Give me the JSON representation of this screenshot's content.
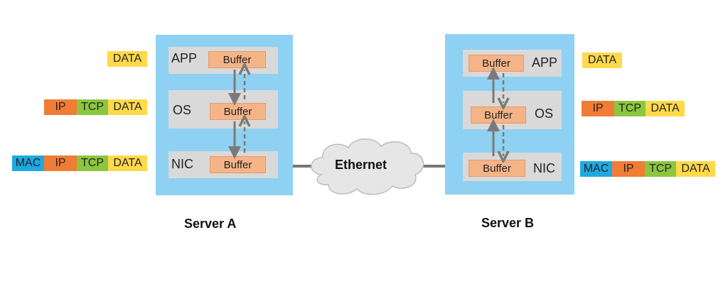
{
  "serverA": {
    "name": "Server A",
    "layers": [
      {
        "label": "APP",
        "buffer": "Buffer"
      },
      {
        "label": "OS",
        "buffer": "Buffer"
      },
      {
        "label": "NIC",
        "buffer": "Buffer"
      }
    ]
  },
  "serverB": {
    "name": "Server B",
    "layers": [
      {
        "label": "APP",
        "buffer": "Buffer"
      },
      {
        "label": "OS",
        "buffer": "Buffer"
      },
      {
        "label": "NIC",
        "buffer": "Buffer"
      }
    ]
  },
  "network": {
    "label": "Ethernet"
  },
  "packets": {
    "app": [
      "DATA"
    ],
    "os": [
      "IP",
      "TCP",
      "DATA"
    ],
    "nic": [
      "MAC",
      "IP",
      "TCP",
      "DATA"
    ]
  },
  "colors": {
    "server": "#8ed1f2",
    "layer": "#d9d9d9",
    "buffer": "#f5b488",
    "mac": "#1ea9e1",
    "ip": "#f07c35",
    "tcp": "#8cc63f",
    "data": "#ffd94a"
  }
}
